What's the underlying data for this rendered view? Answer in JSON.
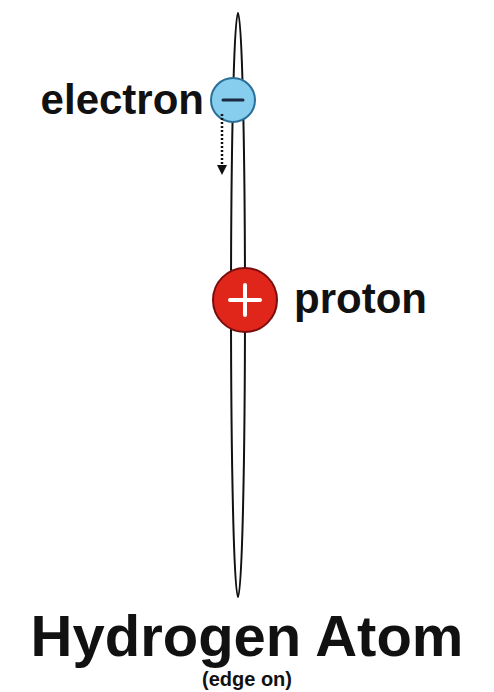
{
  "diagram": {
    "title": "Hydrogen Atom",
    "caption": "(edge on)",
    "labels": [
      "electron",
      "proton"
    ]
  }
}
